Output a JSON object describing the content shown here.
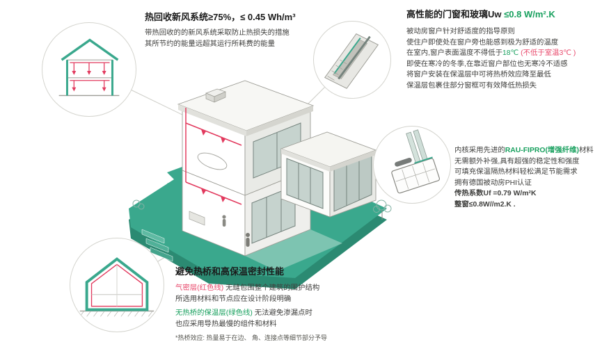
{
  "colors": {
    "teal": "#3aa88d",
    "teal_dark": "#2b8a72",
    "duct_red": "#e23a5e",
    "airtight_red": "#e8486b",
    "green_text": "#18a05e",
    "title_black": "#1a1a1a",
    "body_gray": "#3f3f3d",
    "outline_gray": "#9d9d96",
    "circle_border": "#d4d4ce"
  },
  "ventilation": {
    "title": "热回收新风系统≥75%，≤ 0.45 Wh/m³",
    "body1": "带热回收的的新风系统采取防止热损失的措施",
    "body2": "其所节约的能量远超其运行所耗费的能量"
  },
  "windows": {
    "title_prefix": "高性能的门窗和玻璃Uw ",
    "title_value": "≤0.8 W/m².K",
    "l1": "被动房窗户针对舒适度的指导原则",
    "l2": "使住户即使处在窗户旁也能感到极为舒适的温度",
    "l3a": "在室内,窗户表面温度不得低于",
    "l3b": "18℃",
    "l3c": " (不低于室温3℃ )",
    "l4": "即使在寒冷的冬季,在靠近窗户部位也无寒冷不适感",
    "l5": "将窗户安装在保温层中可将热桥效应降至最低",
    "l6": "保温层包裹住部分窗框可有效降低热损失"
  },
  "frame_profile": {
    "l1a": "内核采用先进的",
    "l1b": "RAU-FIPRO(增强纤维)",
    "l1c": "材料",
    "l2": "无需额外补强,具有超强的稳定性和强度",
    "l3": "可填充保温隔热材料轻松满足节能需求",
    "l4": "拥有德国被动房PHI认证",
    "l5": "传热系数Uf =0.79 W/m²K",
    "l6": "整窗≤0.8W//m2.K ."
  },
  "thermal": {
    "title": "避免热桥和高保温密封性能",
    "l1a": "气密层(红色线)",
    "l1b": " 无缝包围整个建筑的围护结构",
    "l2": "所选用材料和节点应在设计阶段明确",
    "l3a": "无热桥的保温层(绿色线)",
    "l3b": " 无法避免渗漏点时",
    "l4": "也应采用导热最慢的组件和材料",
    "footnote": "*热桥效应: 热量易于在边、 角、连接点等细节部分予导"
  }
}
